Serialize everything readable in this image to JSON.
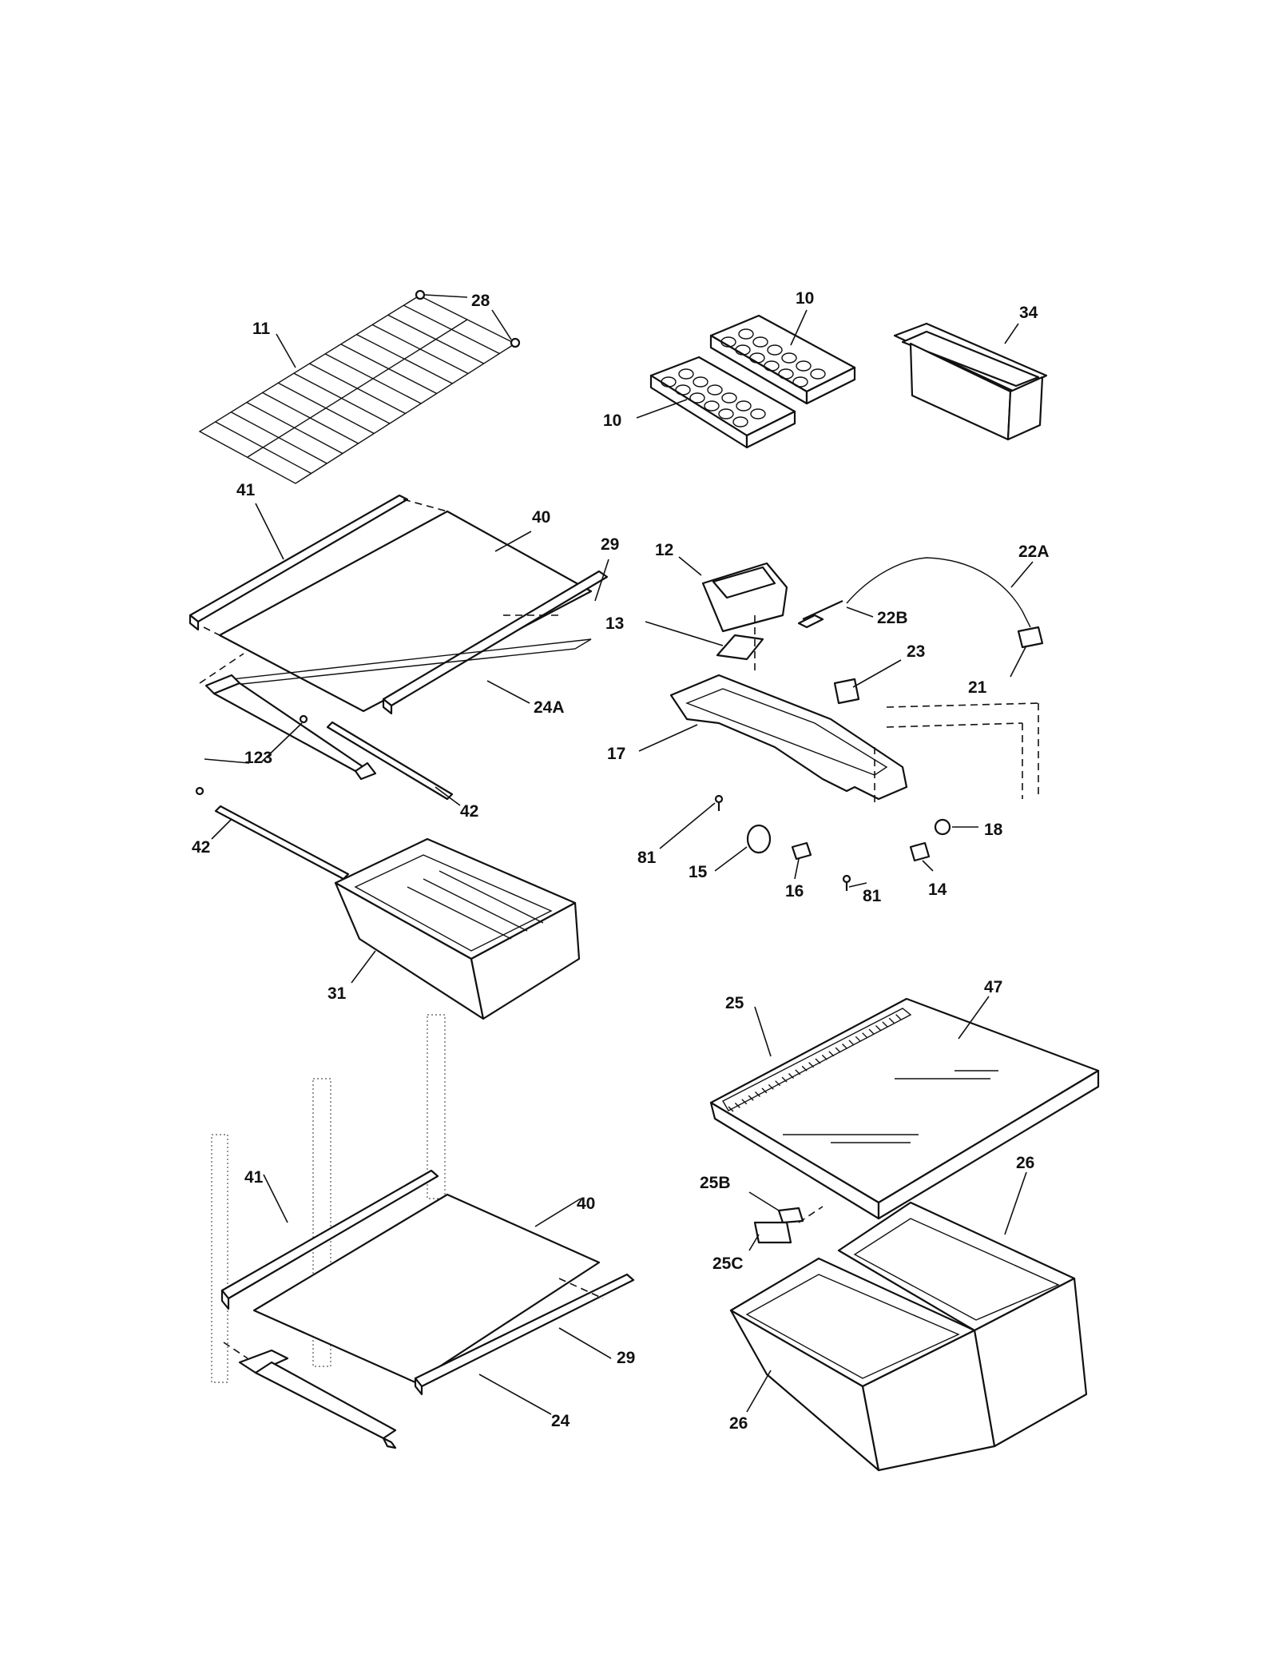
{
  "diagram": {
    "type": "exploded parts diagram",
    "callouts": {
      "c11": "11",
      "c28": "28",
      "c10a": "10",
      "c10b": "10",
      "c34": "34",
      "c41a": "41",
      "c40a": "40",
      "c29a": "29",
      "c24a": "24A",
      "c123": "123",
      "c42a": "42",
      "c42b": "42",
      "c31": "31",
      "c12": "12",
      "c13": "13",
      "c22a": "22A",
      "c22b": "22B",
      "c23": "23",
      "c21": "21",
      "c17": "17",
      "c81a": "81",
      "c81b": "81",
      "c18": "18",
      "c15": "15",
      "c16": "16",
      "c14": "14",
      "c25": "25",
      "c47": "47",
      "c26a": "26",
      "c26b": "26",
      "c25b": "25B",
      "c25c": "25C",
      "c41b": "41",
      "c40b": "40",
      "c29b": "29",
      "c24": "24"
    }
  }
}
